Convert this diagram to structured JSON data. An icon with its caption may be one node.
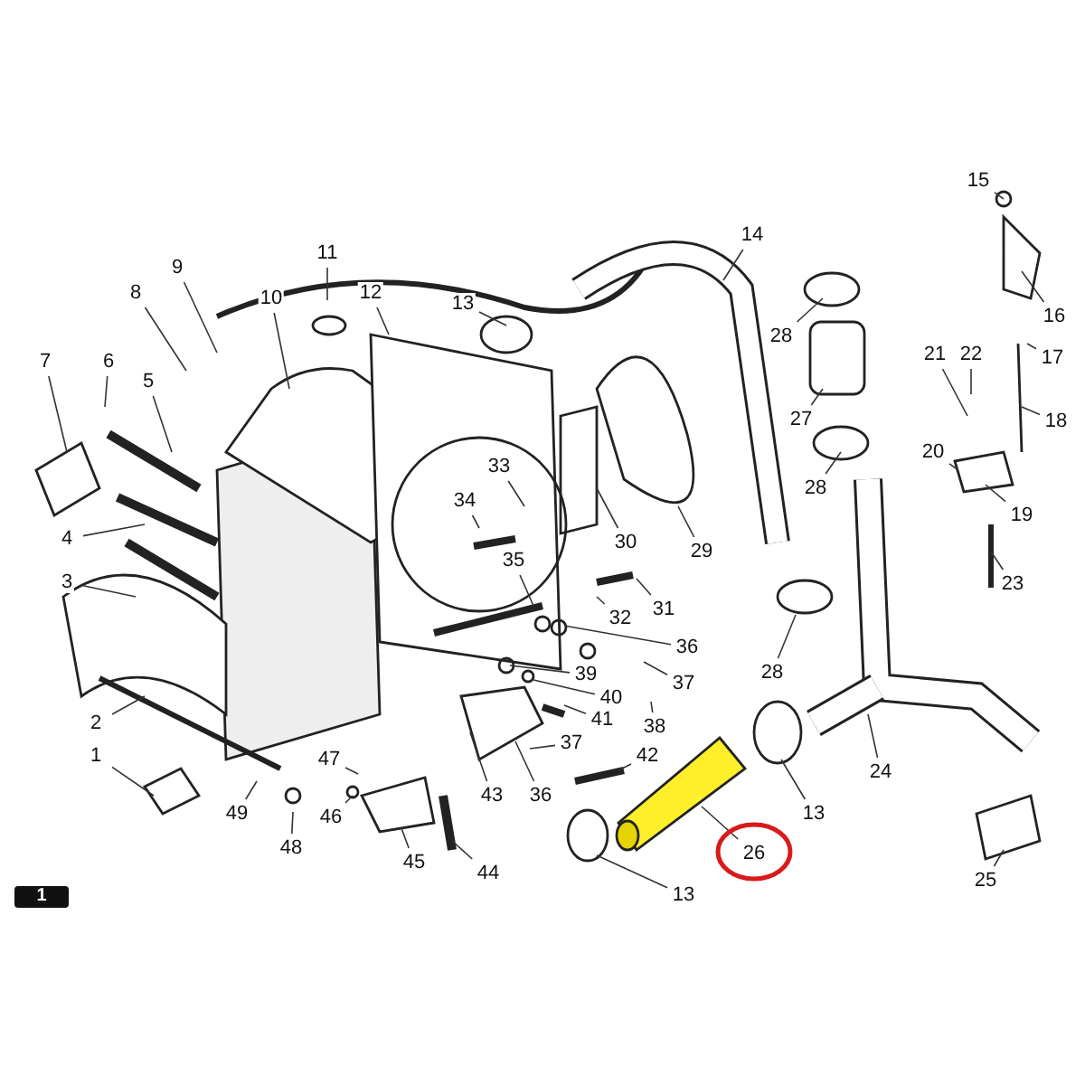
{
  "diagram": {
    "nodes": [
      {
        "text": [
          "1"
        ]
      },
      {
        "text": [
          "2"
        ]
      },
      {
        "text": [
          "3"
        ]
      },
      {
        "text": [
          "4"
        ]
      },
      {
        "text": [
          "5"
        ]
      },
      {
        "text": [
          "6"
        ]
      },
      {
        "text": [
          "7"
        ]
      },
      {
        "text": [
          "8"
        ]
      },
      {
        "text": [
          "9"
        ]
      },
      {
        "text": [
          "10"
        ]
      },
      {
        "text": [
          "11"
        ]
      },
      {
        "text": [
          "12"
        ]
      },
      {
        "text": [
          "13"
        ]
      },
      {
        "text": [
          "14"
        ]
      },
      {
        "text": [
          "15"
        ]
      },
      {
        "text": [
          "16"
        ]
      },
      {
        "text": [
          "17"
        ]
      },
      {
        "text": [
          "18"
        ]
      },
      {
        "text": [
          "19"
        ]
      },
      {
        "text": [
          "20"
        ]
      },
      {
        "text": [
          "21"
        ]
      },
      {
        "text": [
          "22"
        ]
      },
      {
        "text": [
          "23"
        ]
      },
      {
        "text": [
          "24"
        ]
      },
      {
        "text": [
          "25"
        ]
      },
      {
        "text": [
          "26"
        ]
      },
      {
        "text": [
          "27"
        ]
      },
      {
        "text": [
          "28"
        ]
      },
      {
        "text": [
          "28"
        ]
      },
      {
        "text": [
          "28"
        ]
      },
      {
        "text": [
          "29"
        ]
      },
      {
        "text": [
          "30"
        ]
      },
      {
        "text": [
          "31"
        ]
      },
      {
        "text": [
          "32"
        ]
      },
      {
        "text": [
          "33"
        ]
      },
      {
        "text": [
          "34"
        ]
      },
      {
        "text": [
          "35"
        ]
      },
      {
        "text": [
          "36"
        ]
      },
      {
        "text": [
          "36"
        ]
      },
      {
        "text": [
          "37"
        ]
      },
      {
        "text": [
          "37"
        ]
      },
      {
        "text": [
          "38"
        ]
      },
      {
        "text": [
          "39"
        ]
      },
      {
        "text": [
          "40"
        ]
      },
      {
        "text": [
          "41"
        ]
      },
      {
        "text": [
          "42"
        ]
      },
      {
        "text": [
          "43"
        ]
      },
      {
        "text": [
          "44"
        ]
      },
      {
        "text": [
          "45"
        ]
      },
      {
        "text": [
          "46"
        ]
      },
      {
        "text": [
          "47"
        ]
      },
      {
        "text": [
          "48"
        ]
      },
      {
        "text": [
          "49"
        ]
      },
      {
        "text": [
          "13"
        ]
      },
      {
        "text": [
          "13"
        ]
      }
    ],
    "edges": [
      {
        "from": 0,
        "to": null,
        "arrow": "none"
      },
      {
        "from": 1,
        "to": null,
        "arrow": "none"
      },
      {
        "from": 2,
        "to": null,
        "arrow": "none"
      },
      {
        "from": 3,
        "to": null,
        "arrow": "none"
      },
      {
        "from": 4,
        "to": null,
        "arrow": "none"
      },
      {
        "from": 5,
        "to": null,
        "arrow": "none"
      },
      {
        "from": 6,
        "to": null,
        "arrow": "none"
      },
      {
        "from": 7,
        "to": null,
        "arrow": "none"
      },
      {
        "from": 8,
        "to": null,
        "arrow": "none"
      },
      {
        "from": 9,
        "to": null,
        "arrow": "none"
      },
      {
        "from": 10,
        "to": null,
        "arrow": "none"
      },
      {
        "from": 11,
        "to": null,
        "arrow": "none"
      },
      {
        "from": 12,
        "to": null,
        "arrow": "none"
      },
      {
        "from": 13,
        "to": null,
        "arrow": "none"
      },
      {
        "from": 14,
        "to": null,
        "arrow": "none"
      },
      {
        "from": 15,
        "to": null,
        "arrow": "none"
      },
      {
        "from": 16,
        "to": null,
        "arrow": "none"
      },
      {
        "from": 17,
        "to": null,
        "arrow": "none"
      },
      {
        "from": 18,
        "to": null,
        "arrow": "none"
      },
      {
        "from": 19,
        "to": null,
        "arrow": "none"
      },
      {
        "from": 20,
        "to": null,
        "arrow": "none"
      },
      {
        "from": 21,
        "to": null,
        "arrow": "none"
      },
      {
        "from": 22,
        "to": null,
        "arrow": "none"
      },
      {
        "from": 23,
        "to": null,
        "arrow": "none"
      },
      {
        "from": 24,
        "to": null,
        "arrow": "none"
      },
      {
        "from": 25,
        "to": null,
        "arrow": "none"
      },
      {
        "from": 26,
        "to": null,
        "arrow": "none"
      },
      {
        "from": 27,
        "to": null,
        "arrow": "none"
      },
      {
        "from": 28,
        "to": null,
        "arrow": "none"
      },
      {
        "from": 29,
        "to": null,
        "arrow": "none"
      },
      {
        "from": 30,
        "to": null,
        "arrow": "none"
      },
      {
        "from": 31,
        "to": null,
        "arrow": "none"
      },
      {
        "from": 32,
        "to": null,
        "arrow": "none"
      },
      {
        "from": 33,
        "to": null,
        "arrow": "none"
      },
      {
        "from": 34,
        "to": null,
        "arrow": "none"
      },
      {
        "from": 35,
        "to": null,
        "arrow": "none"
      },
      {
        "from": 36,
        "to": null,
        "arrow": "none"
      },
      {
        "from": 37,
        "to": null,
        "arrow": "none"
      },
      {
        "from": 38,
        "to": null,
        "arrow": "none"
      },
      {
        "from": 39,
        "to": null,
        "arrow": "none"
      },
      {
        "from": 40,
        "to": null,
        "arrow": "none"
      },
      {
        "from": 41,
        "to": null,
        "arrow": "none"
      },
      {
        "from": 42,
        "to": null,
        "arrow": "none"
      },
      {
        "from": 43,
        "to": null,
        "arrow": "none"
      },
      {
        "from": 44,
        "to": null,
        "arrow": "none"
      },
      {
        "from": 45,
        "to": null,
        "arrow": "none"
      },
      {
        "from": 46,
        "to": null,
        "arrow": "none"
      },
      {
        "from": 47,
        "to": null,
        "arrow": "none"
      },
      {
        "from": 48,
        "to": null,
        "arrow": "none"
      },
      {
        "from": 49,
        "to": null,
        "arrow": "none"
      },
      {
        "from": 50,
        "to": null,
        "arrow": "none"
      },
      {
        "from": 51,
        "to": null,
        "arrow": "none"
      },
      {
        "from": 52,
        "to": null,
        "arrow": "none"
      },
      {
        "from": 53,
        "to": null,
        "arrow": "none"
      },
      {
        "from": 54,
        "to": null,
        "arrow": "none"
      }
    ],
    "labels": [
      "1"
    ]
  }
}
